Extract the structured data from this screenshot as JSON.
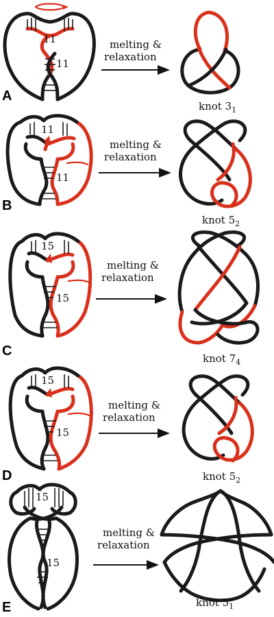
{
  "panels": [
    {
      "letter": "A",
      "label_line1": "melting &",
      "label_line2": "relaxation",
      "dna_numbers": [
        "11",
        "11"
      ],
      "knot_base": "knot 3",
      "knot_sub": "1"
    },
    {
      "letter": "B",
      "label_line1": "melting &",
      "label_line2": "relaxation",
      "dna_numbers": [
        "11",
        "11"
      ],
      "knot_base": "knot 5",
      "knot_sub": "2"
    },
    {
      "letter": "C",
      "label_line1": "melting &",
      "label_line2": "relaxation",
      "dna_numbers": [
        "15",
        "15"
      ],
      "knot_base": "knot 7",
      "knot_sub": "4"
    },
    {
      "letter": "D",
      "label_line1": "melting &",
      "label_line2": "relaxation",
      "dna_numbers": [
        "15",
        "15"
      ],
      "knot_base": "knot 5",
      "knot_sub": "2"
    },
    {
      "letter": "E",
      "label_line1": "melting &",
      "label_line2": "relaxation",
      "dna_numbers": [
        "15",
        "15"
      ],
      "knot_base": "knot 5",
      "knot_sub": "1"
    }
  ],
  "colors": {
    "strand_black": "#1a1a1a",
    "strand_red": "#d9301c",
    "background": "#ffffff"
  }
}
